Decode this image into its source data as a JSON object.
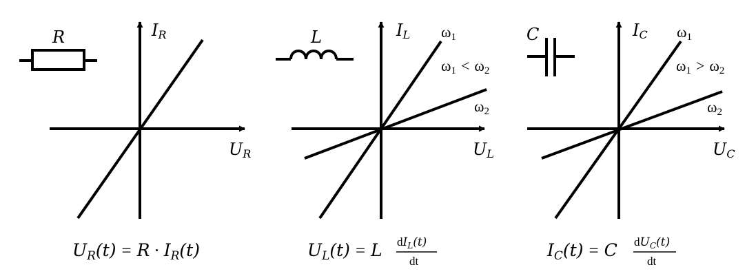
{
  "panels": [
    {
      "id": "resistor",
      "component": "R",
      "y_axis": {
        "main": "I",
        "sub": "R"
      },
      "x_axis": {
        "main": "U",
        "sub": "R"
      },
      "lines": [],
      "condition": "",
      "formula": "U_R(t) = R · I_R(t)"
    },
    {
      "id": "inductor",
      "component": "L",
      "y_axis": {
        "main": "I",
        "sub": "L"
      },
      "x_axis": {
        "main": "U",
        "sub": "L"
      },
      "lines": [
        {
          "label": "ω",
          "sub": "1"
        },
        {
          "label": "ω",
          "sub": "2"
        }
      ],
      "condition": {
        "a": "ω",
        "a_sub": "1",
        "op": "<",
        "b": "ω",
        "b_sub": "2"
      },
      "formula": {
        "lhs_main": "U",
        "lhs_sub": "L",
        "lhs_arg": "(t)",
        "eq": "=",
        "coef": "L",
        "num_d": "d",
        "num_main": "I",
        "num_sub": "L",
        "num_arg": "(t)",
        "den": "dt"
      }
    },
    {
      "id": "capacitor",
      "component": "C",
      "y_axis": {
        "main": "I",
        "sub": "C"
      },
      "x_axis": {
        "main": "U",
        "sub": "C"
      },
      "lines": [
        {
          "label": "ω",
          "sub": "1"
        },
        {
          "label": "ω",
          "sub": "2"
        }
      ],
      "condition": {
        "a": "ω",
        "a_sub": "1",
        "op": ">",
        "b": "ω",
        "b_sub": "2"
      },
      "formula": {
        "lhs_main": "I",
        "lhs_sub": "C",
        "lhs_arg": "(t)",
        "eq": "=",
        "coef": "C",
        "num_d": "d",
        "num_main": "U",
        "num_sub": "C",
        "num_arg": "(t)",
        "den": "dt"
      }
    }
  ],
  "resistor_formula": {
    "lhs_main": "U",
    "lhs_sub": "R",
    "lhs_arg": "(t)",
    "eq": "=",
    "coef": "R",
    "dot": "·",
    "rhs_main": "I",
    "rhs_sub": "R",
    "rhs_arg": "(t)"
  },
  "stroke_color": "#000000",
  "background": "#ffffff"
}
